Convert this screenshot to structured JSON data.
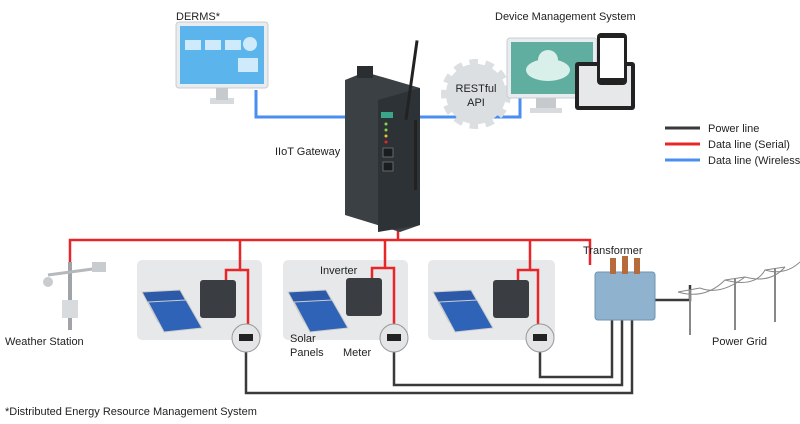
{
  "labels": {
    "derms": "DERMS*",
    "dms": "Device Management System",
    "restful_1": "RESTful",
    "restful_2": "API",
    "gateway": "IIoT Gateway",
    "transformer": "Transformer",
    "inverter": "Inverter",
    "solar_1": "Solar",
    "solar_2": "Panels",
    "meter": "Meter",
    "weather": "Weather Station",
    "grid": "Power Grid",
    "footnote": "*Distributed Energy Resource Management System"
  },
  "legend": [
    {
      "label": "Power line",
      "color": "#3a3a3a"
    },
    {
      "label": "Data line (Serial)",
      "color": "#e8262a"
    },
    {
      "label": "Data line (Wireless)",
      "color": "#4a8ef0"
    }
  ],
  "colors": {
    "power": "#3a3a3a",
    "serial": "#e8262a",
    "wireless": "#4a8ef0",
    "panel_box": "#e6e8ea"
  }
}
